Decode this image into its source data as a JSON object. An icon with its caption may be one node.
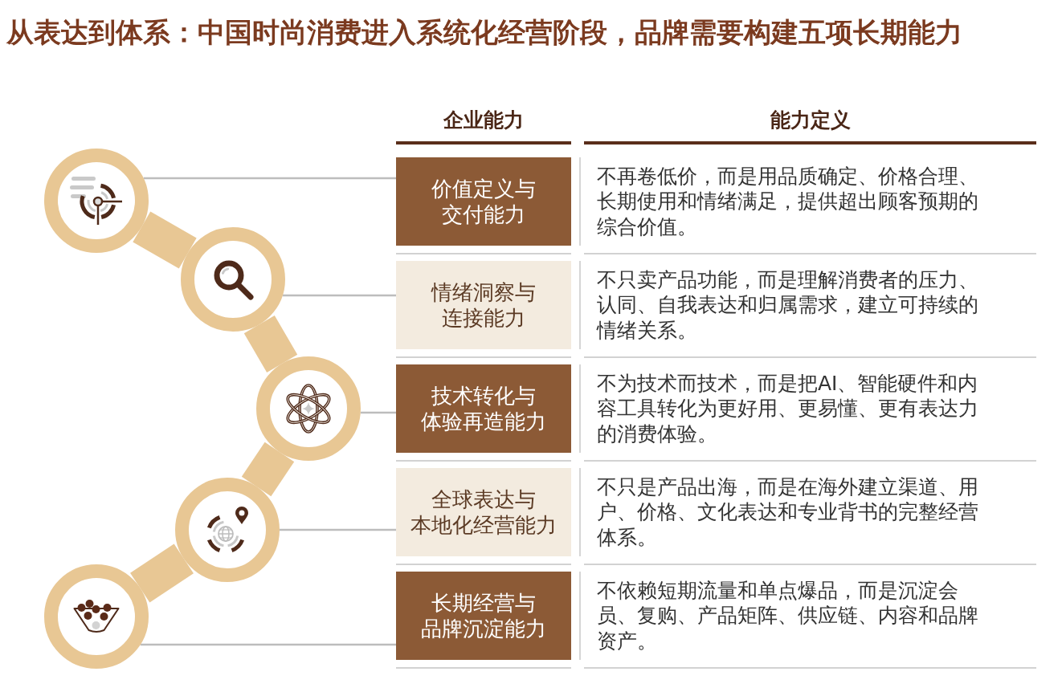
{
  "diagram": {
    "title": "从表达到体系：中国时尚消费进入系统化经营阶段，品牌需要构建五项长期能力",
    "nodes": [
      {
        "text": [],
        "shape": "circle"
      },
      {
        "text": [
          "价值定义与交付能力"
        ],
        "beside": [
          "不再卷低价，而是用品质确定、价格合理、长期使用和情绪满足，提供超出顾客预期的综合价值。"
        ]
      },
      {
        "text": [],
        "shape": "circle"
      },
      {
        "text": [
          "情绪洞察与连接能力"
        ],
        "beside": [
          "不只卖产品功能，而是理解消费者的压力、认同、自我表达和归属需求，建立可持续的情绪关系。"
        ]
      },
      {
        "text": [],
        "shape": "circle"
      },
      {
        "text": [
          "技术转化与体验再造能力"
        ],
        "beside": [
          "不为技术而技术，而是把AI、智能硬件和内容工具转化为更好用、更易懂、更有表达力的消费体验。"
        ]
      },
      {
        "text": [],
        "shape": "circle"
      },
      {
        "text": [
          "全球表达与本地化经营能力"
        ],
        "beside": [
          "不只是产品出海，而是在海外建立渠道、用户、价格、文化表达和专业背书的完整经营体系。"
        ]
      },
      {
        "text": [],
        "shape": "circle"
      },
      {
        "text": [
          "长期经营与品牌沉淀能力"
        ],
        "beside": [
          "不依赖短期流量和单点爆品，而是沉淀会员、复购、产品矩阵、供应链、内容和品牌资产。"
        ]
      }
    ],
    "edges": [
      {
        "from": 0,
        "to": 1,
        "arrow": "none"
      },
      {
        "from": 2,
        "to": 3,
        "arrow": "none"
      },
      {
        "from": 4,
        "to": 5,
        "arrow": "none"
      },
      {
        "from": 6,
        "to": 7,
        "arrow": "none"
      },
      {
        "from": 8,
        "to": 9,
        "arrow": "none"
      },
      {
        "from": 0,
        "to": 2,
        "arrow": "none",
        "style": "thick",
        "color": "#e8c794"
      },
      {
        "from": 2,
        "to": 4,
        "arrow": "none",
        "style": "thick",
        "color": "#e8c794"
      },
      {
        "from": 4,
        "to": 6,
        "arrow": "none",
        "style": "thick",
        "color": "#e8c794"
      },
      {
        "from": 6,
        "to": 8,
        "arrow": "none",
        "style": "thick",
        "color": "#e8c794"
      }
    ],
    "labels": [
      "企业能力",
      "能力定义"
    ]
  }
}
